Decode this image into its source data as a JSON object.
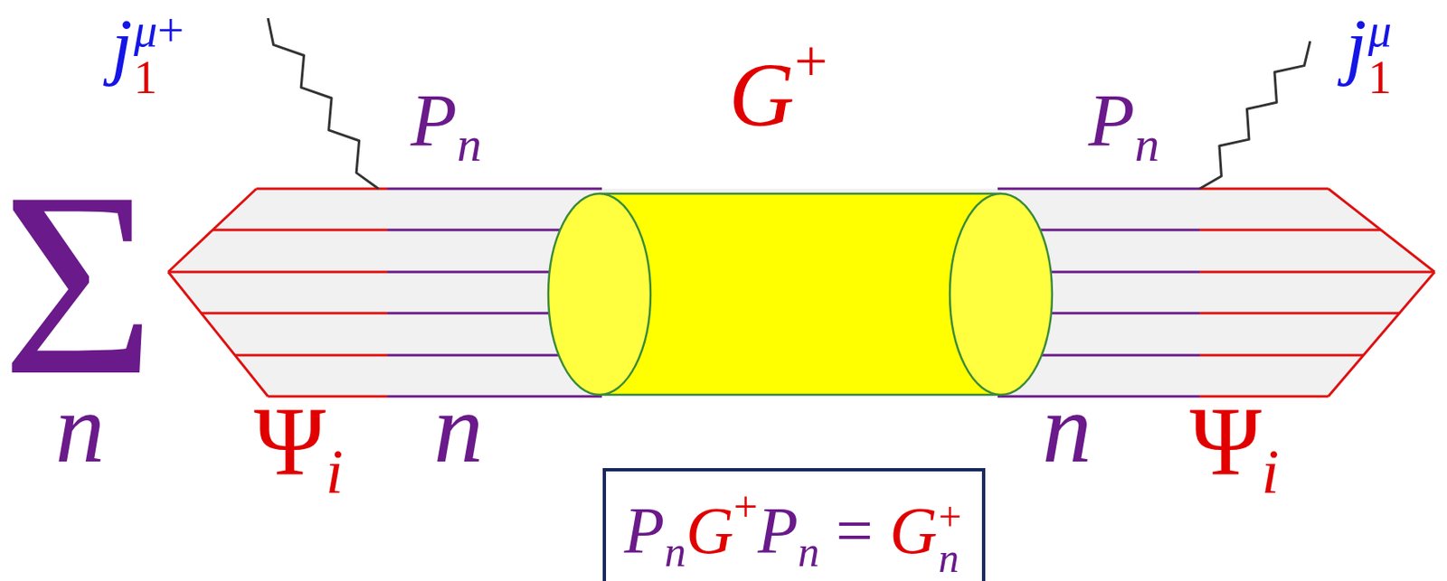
{
  "diagram": {
    "nodes": [
      {
        "text": [
          "G+"
        ]
      },
      {
        "text": [
          "PnG+Pn = Gn+"
        ]
      }
    ],
    "labels": [
      "j1μ+",
      "Pn",
      "Pn",
      "j1μ",
      "Σ",
      "n",
      "Ψi",
      "n",
      "n",
      "Ψi"
    ]
  }
}
